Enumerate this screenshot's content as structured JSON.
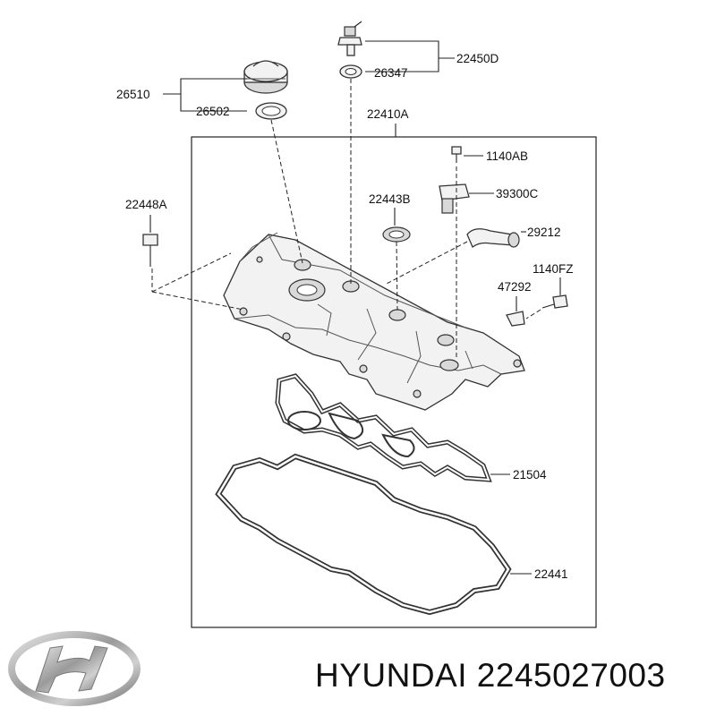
{
  "labels": {
    "l22450D": "22450D",
    "l26347": "26347",
    "l26510": "26510",
    "l26502": "26502",
    "l22410A": "22410A",
    "l1140AB": "1140AB",
    "l39300C": "39300C",
    "l22448A": "22448A",
    "l22443B": "22443B",
    "l29212": "29212",
    "l1140FZ": "1140FZ",
    "l47292": "47292",
    "l21504": "21504",
    "l22441": "22441"
  },
  "brand": {
    "text": "HYUNDAI 2245027003",
    "logo": "hyundai-logo"
  }
}
